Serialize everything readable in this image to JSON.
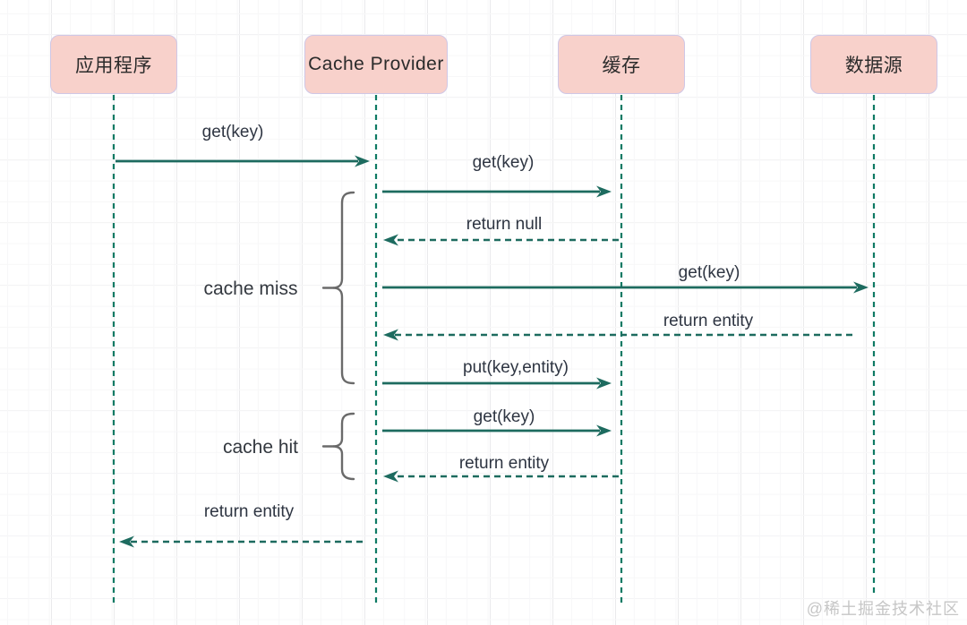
{
  "diagram": {
    "kind": "sequence-diagram",
    "topic": "cache read-through flow",
    "actors": [
      {
        "id": "app",
        "label": "应用程序"
      },
      {
        "id": "provider",
        "label": "Cache Provider"
      },
      {
        "id": "cache",
        "label": "缓存"
      },
      {
        "id": "source",
        "label": "数据源"
      }
    ],
    "messages": [
      {
        "from": "应用程序",
        "to": "Cache Provider",
        "label": "get(key)",
        "style": "solid"
      },
      {
        "from": "Cache Provider",
        "to": "缓存",
        "label": "get(key)",
        "style": "solid"
      },
      {
        "from": "缓存",
        "to": "Cache Provider",
        "label": "return null",
        "style": "dashed"
      },
      {
        "from": "Cache Provider",
        "to": "数据源",
        "label": "get(key)",
        "style": "solid"
      },
      {
        "from": "数据源",
        "to": "Cache Provider",
        "label": "return entity",
        "style": "dashed"
      },
      {
        "from": "Cache Provider",
        "to": "缓存",
        "label": "put(key,entity)",
        "style": "solid"
      },
      {
        "from": "Cache Provider",
        "to": "缓存",
        "label": "get(key)",
        "style": "solid"
      },
      {
        "from": "缓存",
        "to": "Cache Provider",
        "label": "return entity",
        "style": "dashed"
      },
      {
        "from": "Cache Provider",
        "to": "应用程序",
        "label": "return entity",
        "style": "dashed"
      }
    ],
    "groups": [
      {
        "label": "cache miss",
        "covers_messages": [
          1,
          2,
          3,
          4,
          5
        ]
      },
      {
        "label": "cache hit",
        "covers_messages": [
          6,
          7
        ]
      }
    ],
    "watermark": "@稀土掘金技术社区",
    "colors": {
      "actor_fill": "#f8d1cb",
      "actor_border": "#cfc7e6",
      "arrow_teal": "#1d6b5f",
      "lifeline_teal": "#0f7a64",
      "brace_gray": "#6a6a6a",
      "label_text": "#2e3542",
      "watermark_text": "#c6c6c6"
    }
  }
}
